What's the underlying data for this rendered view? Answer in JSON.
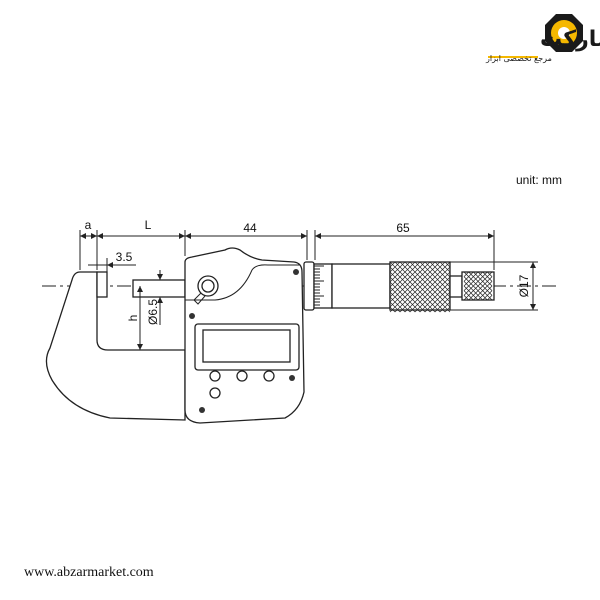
{
  "logo": {
    "name": "ابزارمارکت",
    "tagline": "مرجع تخصصی ابزار",
    "accent_color": "#f5b800",
    "dark_color": "#1a1a1a"
  },
  "drawing": {
    "unit_label": "unit: mm",
    "dimensions": {
      "a": "a",
      "L": "L",
      "frame_to_sleeve": "44",
      "sleeve_length": "65",
      "anvil_offset": "3.5",
      "h": "h",
      "spindle_diameter": "Ø6.5",
      "thimble_diameter": "Ø17"
    }
  },
  "footer": {
    "website": "www.abzarmarket.com"
  }
}
